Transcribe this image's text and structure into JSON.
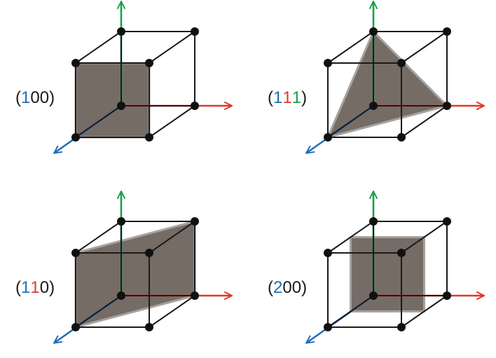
{
  "colors": {
    "edge": "#1a1a1a",
    "vertex": "#111111",
    "plane_fill": "#756c66",
    "plane_edge": "#a8a29e",
    "axis_x": "#e0382b",
    "axis_y": "#1aa14a",
    "axis_z": "#1f6fb8",
    "digit_black": "#1a1a1a",
    "digit_blue": "#1f6fb8",
    "digit_red": "#e0382b",
    "digit_green": "#1aa14a"
  },
  "panels": [
    {
      "id": "p100",
      "label": {
        "open": "(",
        "close": ")",
        "digits": [
          {
            "text": "1",
            "color": "blue"
          },
          {
            "text": "0",
            "color": "black"
          },
          {
            "text": "0",
            "color": "black"
          }
        ]
      },
      "plane": "front-face"
    },
    {
      "id": "p111",
      "label": {
        "open": "(",
        "close": ")",
        "digits": [
          {
            "text": "1",
            "color": "blue"
          },
          {
            "text": "1",
            "color": "red"
          },
          {
            "text": "1",
            "color": "green"
          }
        ]
      },
      "plane": "diagonal-triangle"
    },
    {
      "id": "p110",
      "label": {
        "open": "(",
        "close": ")",
        "digits": [
          {
            "text": "1",
            "color": "blue"
          },
          {
            "text": "1",
            "color": "red"
          },
          {
            "text": "0",
            "color": "black"
          }
        ]
      },
      "plane": "diagonal-rectangle"
    },
    {
      "id": "p200",
      "label": {
        "open": "(",
        "close": ")",
        "digits": [
          {
            "text": "2",
            "color": "blue"
          },
          {
            "text": "0",
            "color": "black"
          },
          {
            "text": "0",
            "color": "black"
          }
        ]
      },
      "plane": "mid-square"
    }
  ]
}
